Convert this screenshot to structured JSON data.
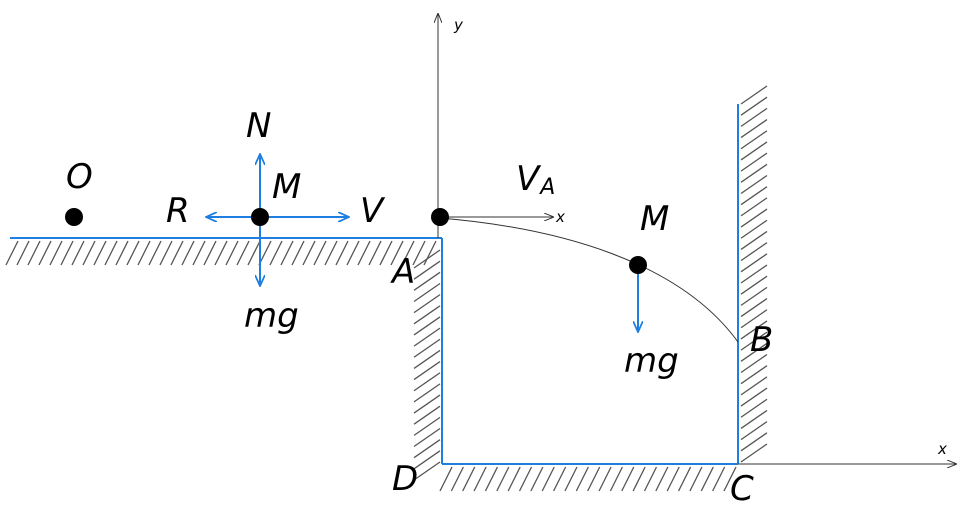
{
  "labels": {
    "O": "O",
    "N": "N",
    "M_left": "M",
    "R": "R",
    "V": "V",
    "mg_left": "mg",
    "A": "A",
    "VA_main": "V",
    "VA_sub": "A",
    "x_near_A": "x",
    "y_axis": "y",
    "M_right": "M",
    "mg_right": "mg",
    "B": "B",
    "C": "C",
    "D": "D",
    "x_far": "x"
  },
  "colors": {
    "surface": "#1f7fe0",
    "force_arrow": "#1f7fe0",
    "axis": "#333333",
    "hatch": "#555555",
    "point": "#000000"
  }
}
